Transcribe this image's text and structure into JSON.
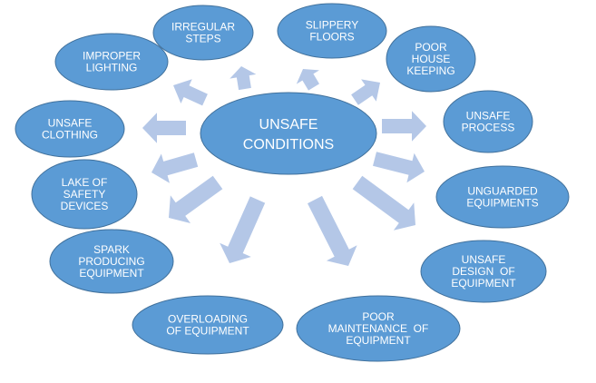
{
  "center": {
    "lines": [
      "UNSAFE",
      "CONDITIONS"
    ]
  },
  "nodes": [
    {
      "id": "irregular-steps",
      "lines": [
        "IRREGULAR",
        "STEPS"
      ]
    },
    {
      "id": "slippery-floors",
      "lines": [
        "SLIPPERY",
        "FLOORS"
      ]
    },
    {
      "id": "poor-house-keeping",
      "lines": [
        "POOR",
        "HOUSE",
        "KEEPING"
      ]
    },
    {
      "id": "improper-lighting",
      "lines": [
        "IMPROPER",
        "LIGHTING"
      ]
    },
    {
      "id": "unsafe-clothing",
      "lines": [
        "UNSAFE",
        "CLOTHING"
      ]
    },
    {
      "id": "unsafe-process",
      "lines": [
        "UNSAFE",
        "PROCESS"
      ]
    },
    {
      "id": "lake-of-safety-devices",
      "lines": [
        "LAKE OF",
        "SAFETY",
        "DEVICES"
      ]
    },
    {
      "id": "unguarded-equipments",
      "lines": [
        "UNGUARDED",
        "EQUIPMENTS"
      ]
    },
    {
      "id": "spark-producing-equipment",
      "lines": [
        "SPARK",
        "PRODUCING",
        "EQUIPMENT"
      ]
    },
    {
      "id": "unsafe-design-of-equipment",
      "lines": [
        "UNSAFE",
        "DESIGN  OF",
        "EQUIPMENT"
      ]
    },
    {
      "id": "overloading-of-equipment",
      "lines": [
        "OVERLOADING",
        "OF EQUIPMENT"
      ]
    },
    {
      "id": "poor-maintenance-of-equipment",
      "lines": [
        "POOR",
        "MAINTENANCE  OF",
        "EQUIPMENT"
      ]
    }
  ]
}
